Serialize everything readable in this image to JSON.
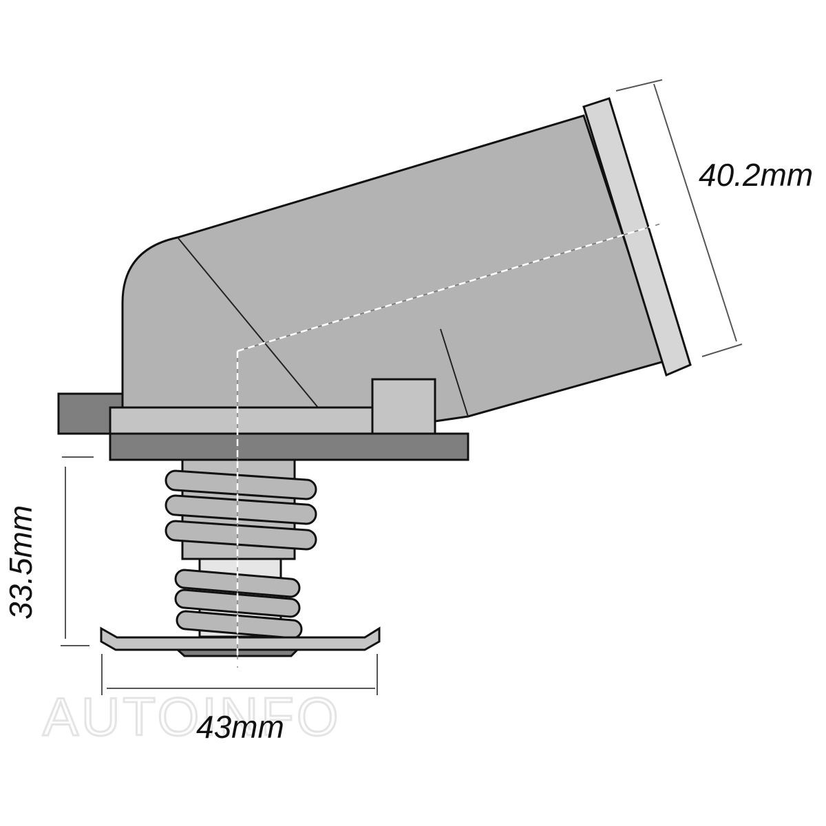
{
  "diagram": {
    "dimensions": {
      "outlet_diameter": "40.2mm",
      "spring_height": "33.5mm",
      "base_diameter": "43mm"
    },
    "watermark": "AUTOINFO",
    "colors": {
      "housing": "#b3b3b3",
      "flange_light": "#d6d6d6",
      "plate_dark": "#7f7f7f",
      "outline": "#111111",
      "dimension_line": "#555555"
    }
  }
}
